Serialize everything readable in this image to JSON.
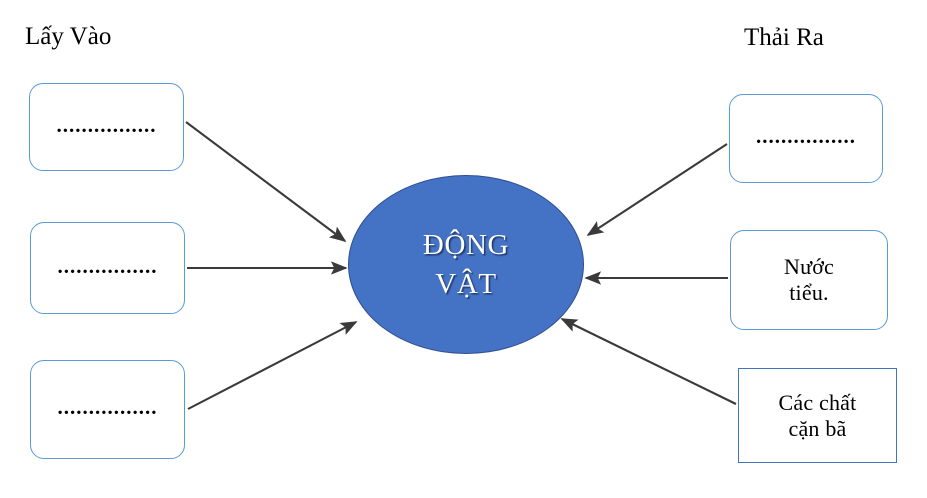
{
  "diagram": {
    "title_intake": "Lấy Vào",
    "title_output": "Thải Ra",
    "center": {
      "line1": "ĐỘNG",
      "line2": "VẬT",
      "fill_color": "#4472C4",
      "text_color": "#FFFFFF"
    },
    "intake_boxes": [
      {
        "label": "................",
        "shape": "rounded-rect",
        "border_color": "#5B9BD5"
      },
      {
        "label": "................",
        "shape": "rounded-rect",
        "border_color": "#5B9BD5"
      },
      {
        "label": "................",
        "shape": "rounded-rect",
        "border_color": "#5B9BD5"
      }
    ],
    "output_boxes": [
      {
        "label": "................",
        "shape": "rounded-rect",
        "border_color": "#5B9BD5"
      },
      {
        "label": "Nước\ntiểu.",
        "line1": "Nước",
        "line2": "tiểu.",
        "shape": "rounded-rect",
        "border_color": "#5B9BD5"
      },
      {
        "label": "Các chất\ncặn bã",
        "line1": "Các chất",
        "line2": "cặn bã",
        "shape": "rect",
        "border_color": "#4472C4"
      }
    ],
    "arrows": [
      {
        "name": "arrow-intake-1",
        "from": "box-intake-1",
        "to": "central-node",
        "direction": "to-center",
        "color": "#3A3A3A"
      },
      {
        "name": "arrow-intake-2",
        "from": "box-intake-2",
        "to": "central-node",
        "direction": "to-center",
        "color": "#3A3A3A"
      },
      {
        "name": "arrow-intake-3",
        "from": "box-intake-3",
        "to": "central-node",
        "direction": "to-center",
        "color": "#3A3A3A"
      },
      {
        "name": "arrow-output-1",
        "from": "box-output-1",
        "to": "central-node",
        "direction": "to-center",
        "color": "#3A3A3A"
      },
      {
        "name": "arrow-output-2",
        "from": "box-output-2",
        "to": "central-node",
        "direction": "to-center",
        "color": "#3A3A3A"
      },
      {
        "name": "arrow-output-3",
        "from": "box-output-3",
        "to": "central-node",
        "direction": "to-center",
        "color": "#3A3A3A"
      }
    ]
  }
}
